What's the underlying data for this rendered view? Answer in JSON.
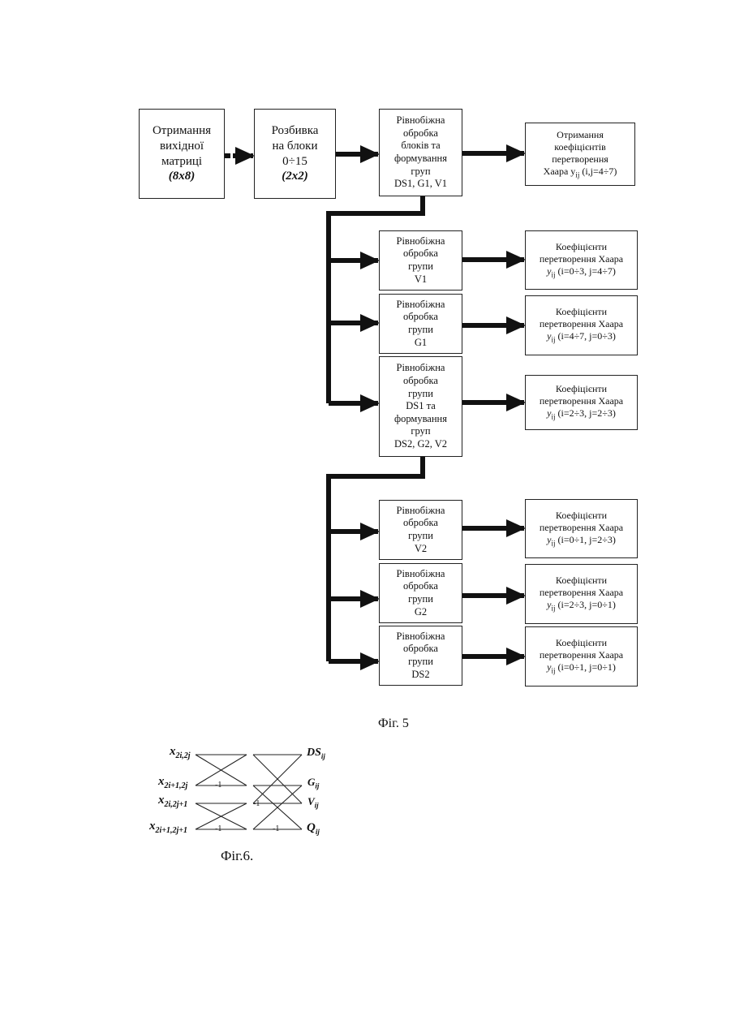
{
  "fig5": {
    "start": {
      "line1": "Отримання",
      "line2": "вихідної",
      "line3": "матриці",
      "line4": "(8x8)"
    },
    "split": {
      "line1": "Розбивка",
      "line2": "на блоки",
      "line3": "0÷15",
      "line4": "(2x2)"
    },
    "parallel1": {
      "line1": "Рівнобіжна",
      "line2": "обробка",
      "line3": "блоків та",
      "line4": "формування",
      "line5": "груп",
      "line6": "DS1, G1, V1"
    },
    "coef0": {
      "line1": "Отримання",
      "line2": "коефіцієнтів",
      "line3": "перетворення",
      "line4": "Хаара y",
      "line4sub": "ij",
      "line4b": " (i,j=4÷7)"
    },
    "procV1": {
      "line1": "Рівнобіжна",
      "line2": "обробка",
      "line3": "групи",
      "line4": "V1"
    },
    "coefV1": {
      "line1": "Коефіцієнти",
      "line2": "перетворення Хаара",
      "line3a": "y",
      "line3sub": "ij",
      "line3b": " (i=0÷3, j=4÷7)"
    },
    "procG1": {
      "line1": "Рівнобіжна",
      "line2": "обробка",
      "line3": "групи",
      "line4": "G1"
    },
    "coefG1": {
      "line1": "Коефіцієнти",
      "line2": "перетворення Хаара",
      "line3a": "y",
      "line3sub": "ij",
      "line3b": " (i=4÷7, j=0÷3)"
    },
    "procDS1": {
      "line1": "Рівнобіжна",
      "line2": "обробка",
      "line3": "групи",
      "line4": "DS1 та",
      "line5": "формування",
      "line6": "груп",
      "line7": "DS2, G2, V2"
    },
    "coefDS1": {
      "line1": "Коефіцієнти",
      "line2": "перетворення Хаара",
      "line3a": "y",
      "line3sub": "ij",
      "line3b": " (i=2÷3, j=2÷3)"
    },
    "procV2": {
      "line1": "Рівнобіжна",
      "line2": "обробка",
      "line3": "групи",
      "line4": "V2"
    },
    "coefV2": {
      "line1": "Коефіцієнти",
      "line2": "перетворення Хаара",
      "line3a": "y",
      "line3sub": "ij",
      "line3b": " (i=0÷1, j=2÷3)"
    },
    "procG2": {
      "line1": "Рівнобіжна",
      "line2": "обробка",
      "line3": "групи",
      "line4": "G2"
    },
    "coefG2": {
      "line1": "Коефіцієнти",
      "line2": "перетворення Хаара",
      "line3a": "y",
      "line3sub": "ij",
      "line3b": " (i=2÷3, j=0÷1)"
    },
    "procDS2": {
      "line1": "Рівнобіжна",
      "line2": "обробка",
      "line3": "групи",
      "line4": "DS2"
    },
    "coefDS2": {
      "line1": "Коефіцієнти",
      "line2": "перетворення Хаара",
      "line3a": "y",
      "line3sub": "ij",
      "line3b": " (i=0÷1, j=0÷1)"
    },
    "caption": "Фіг. 5"
  },
  "fig6": {
    "inputs": [
      {
        "base": "x",
        "sub": "2i,2j"
      },
      {
        "base": "x",
        "sub": "2i+1,2j"
      },
      {
        "base": "x",
        "sub": "2i,2j+1"
      },
      {
        "base": "x",
        "sub": "2i+1,2j+1"
      }
    ],
    "outputs": [
      {
        "base": "DS",
        "sub": "ij"
      },
      {
        "base": "G",
        "sub": "ij"
      },
      {
        "base": "V",
        "sub": "ij"
      },
      {
        "base": "Q",
        "sub": "ij"
      }
    ],
    "minus_label": "-1",
    "caption": "Фіг.6."
  }
}
